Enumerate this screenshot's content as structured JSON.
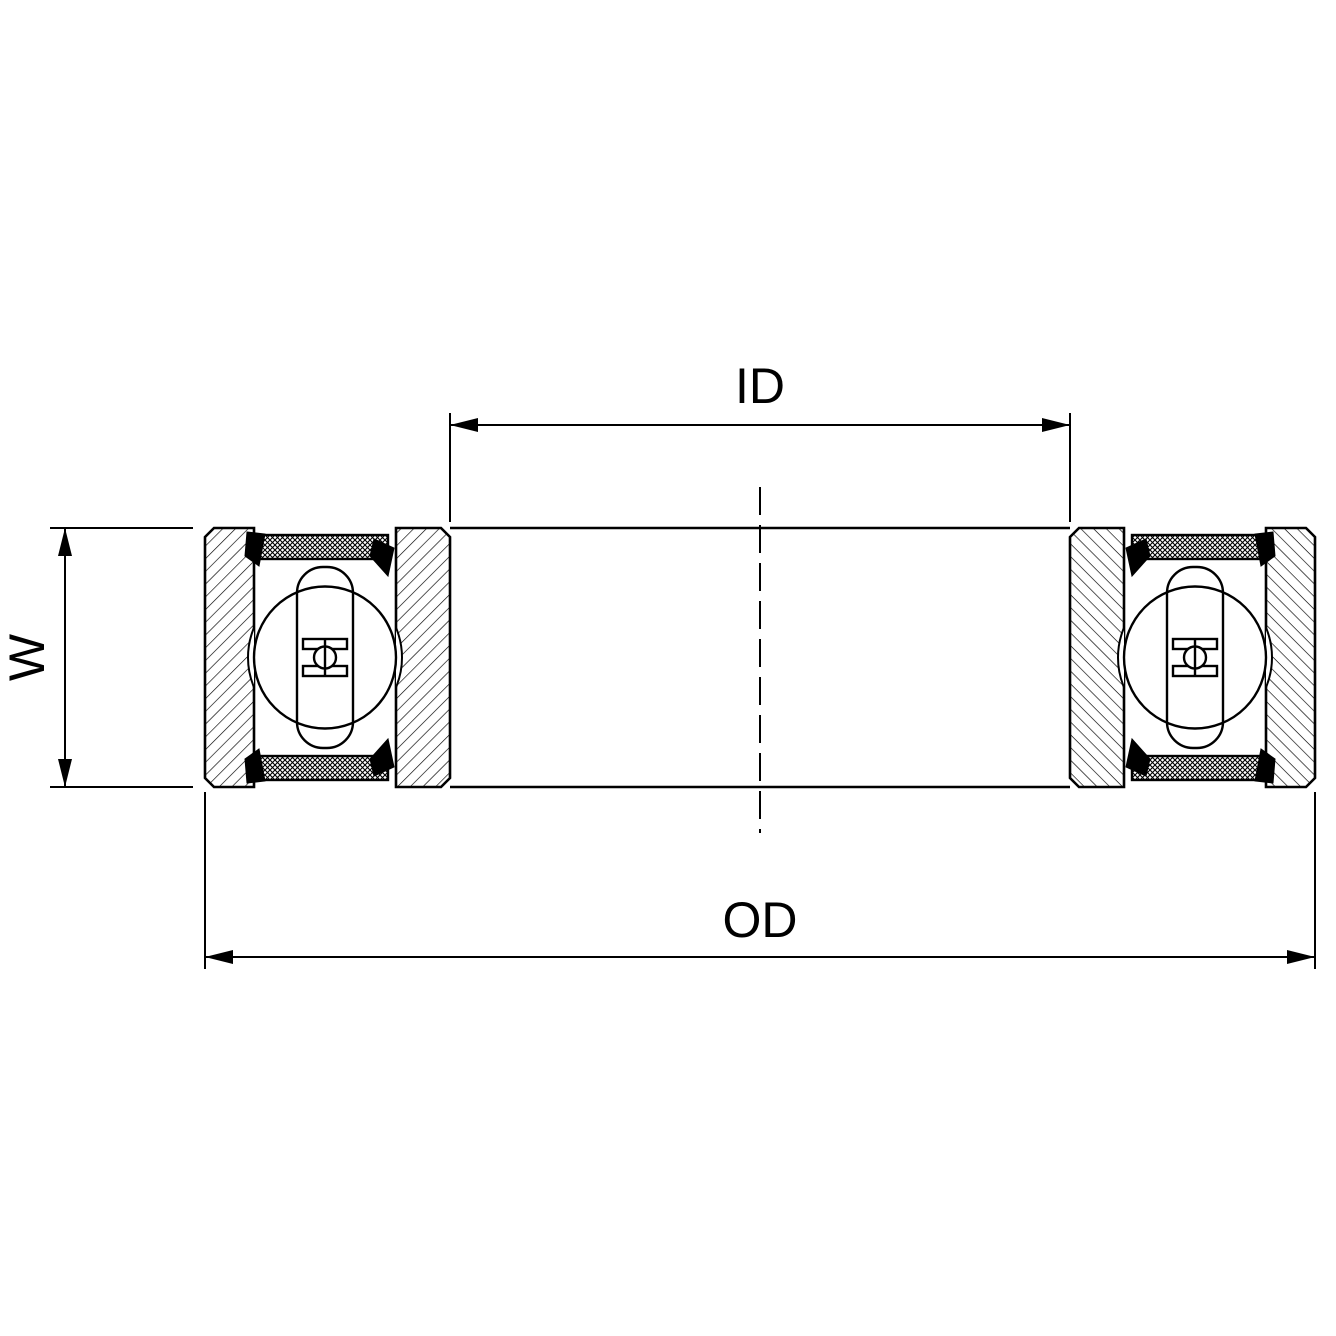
{
  "diagram": {
    "labels": {
      "id": "ID",
      "od": "OD",
      "w": "W"
    },
    "colors": {
      "background": "#ffffff",
      "line": "#000000"
    }
  }
}
